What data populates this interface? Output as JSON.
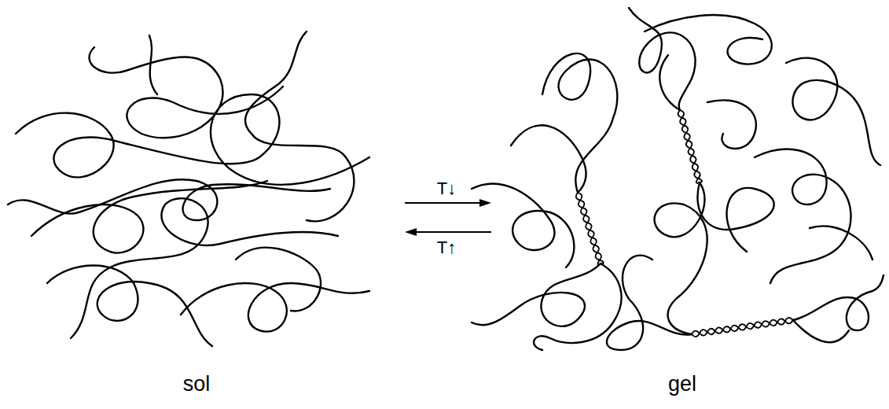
{
  "diagram": {
    "labels": [
      "T↓",
      "T↑",
      "sol",
      "gel"
    ]
  }
}
